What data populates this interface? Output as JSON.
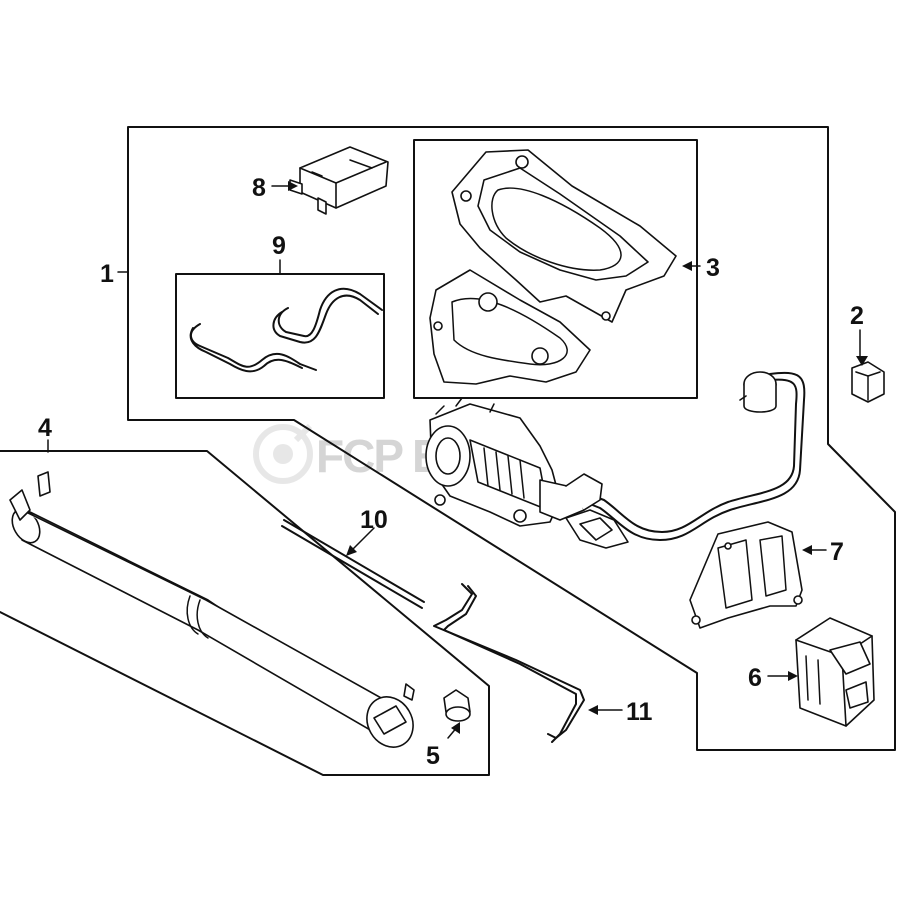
{
  "watermark": {
    "text": "FCP EURO"
  },
  "callouts": {
    "c1": "1",
    "c2": "2",
    "c3": "3",
    "c4": "4",
    "c5": "5",
    "c6": "6",
    "c7": "7",
    "c8": "8",
    "c9": "9",
    "c10": "10",
    "c11": "11"
  }
}
